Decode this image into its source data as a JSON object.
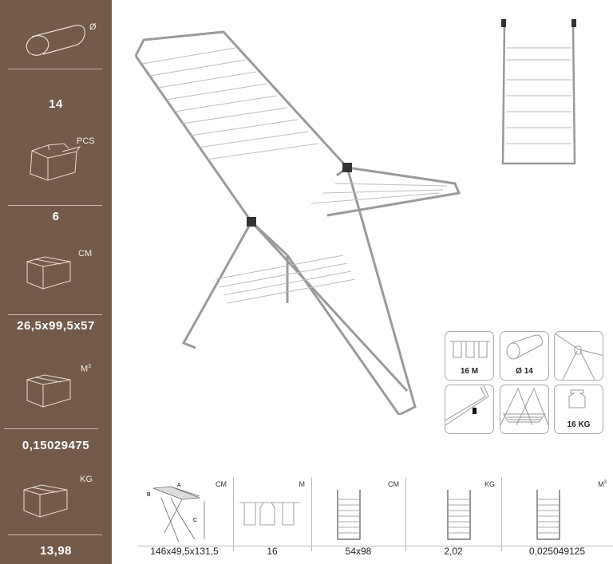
{
  "sidebar": {
    "items": [
      {
        "unit": "Ø",
        "value": "14",
        "icon": "tube-icon"
      },
      {
        "unit": "PCS",
        "value": "6",
        "icon": "open-box-icon"
      },
      {
        "unit": "CM",
        "value": "26,5x99,5x57",
        "icon": "box-icon"
      },
      {
        "unit": "M",
        "unit_sup": "3",
        "value": "0,15029475",
        "icon": "box-icon"
      },
      {
        "unit": "KG",
        "value": "13,98",
        "icon": "box-icon"
      }
    ],
    "color": "#735a49"
  },
  "features": [
    {
      "label": "16 M",
      "icon": "clothesline-icon"
    },
    {
      "label": "Ø 14",
      "icon": "tube-icon"
    },
    {
      "label": "",
      "icon": "joint-icon"
    },
    {
      "label": "",
      "icon": "foot-cap-icon"
    },
    {
      "label": "",
      "icon": "shelf-icon"
    },
    {
      "label": "16 KG",
      "icon": "weight-icon"
    }
  ],
  "specs": [
    {
      "unit": "CM",
      "value": "146x49,5x131,5",
      "labels": [
        "A",
        "B",
        "C"
      ]
    },
    {
      "unit": "M",
      "value": "16"
    },
    {
      "unit": "CM",
      "value": "54x98"
    },
    {
      "unit": "KG",
      "value": "2,02"
    },
    {
      "unit": "M",
      "unit_sup": "3",
      "value": "0,025049125"
    }
  ]
}
